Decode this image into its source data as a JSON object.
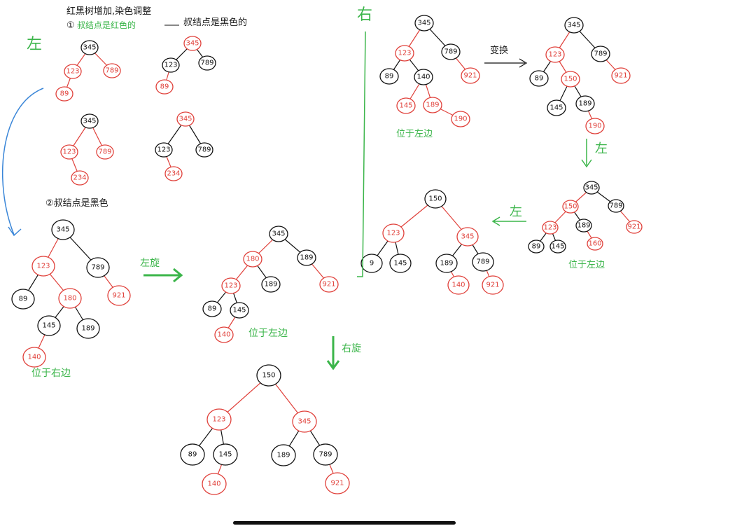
{
  "colors": {
    "red": "#e0403a",
    "black": "#111111",
    "green": "#3bb54a",
    "blue": "#3a86d8"
  },
  "texts": {
    "title": "红黑树增加,染色调整",
    "case1_prefix": "①",
    "case1_a": "叔结点是红色的",
    "case1_b": "叔结点是黑色的",
    "case2": "②叔结点是黑色",
    "left": "左",
    "right": "右",
    "rotate_left": "左旋",
    "rotate_right": "右旋",
    "at_left": "位于左边",
    "at_right": "位于右边",
    "swap": "变换",
    "zig_left": "左",
    "left_arrow_label": "左"
  },
  "trees": [
    {
      "id": "t1",
      "nodes": [
        [
          "345",
          "b"
        ],
        [
          "123",
          "r"
        ],
        [
          "789",
          "r"
        ],
        [
          "89",
          "r"
        ]
      ]
    },
    {
      "id": "t2",
      "nodes": [
        [
          "345",
          "r"
        ],
        [
          "123",
          "b"
        ],
        [
          "789",
          "b"
        ],
        [
          "89",
          "r"
        ]
      ]
    },
    {
      "id": "t3",
      "nodes": [
        [
          "345",
          "b"
        ],
        [
          "123",
          "r"
        ],
        [
          "789",
          "r"
        ],
        [
          "234",
          "r"
        ]
      ]
    },
    {
      "id": "t4",
      "nodes": [
        [
          "345",
          "r"
        ],
        [
          "123",
          "b"
        ],
        [
          "789",
          "b"
        ],
        [
          "234",
          "r"
        ]
      ]
    },
    {
      "id": "t5",
      "nodes": [
        [
          "345",
          "b"
        ],
        [
          "123",
          "r"
        ],
        [
          "789",
          "b"
        ],
        [
          "89",
          "b"
        ],
        [
          "180",
          "r"
        ],
        [
          "921",
          "r"
        ],
        [
          "145",
          "b"
        ],
        [
          "189",
          "b"
        ],
        [
          "140",
          "r"
        ]
      ]
    },
    {
      "id": "t6",
      "nodes": [
        [
          "345",
          "b"
        ],
        [
          "180",
          "r"
        ],
        [
          "189",
          "b"
        ],
        [
          "123",
          "r"
        ],
        [
          "189",
          "b"
        ],
        [
          "921",
          "r"
        ],
        [
          "89",
          "b"
        ],
        [
          "145",
          "b"
        ],
        [
          "140",
          "r"
        ]
      ]
    },
    {
      "id": "t7",
      "nodes": [
        [
          "150",
          "b"
        ],
        [
          "123",
          "r"
        ],
        [
          "345",
          "r"
        ],
        [
          "89",
          "b"
        ],
        [
          "145",
          "b"
        ],
        [
          "189",
          "b"
        ],
        [
          "789",
          "b"
        ],
        [
          "140",
          "r"
        ],
        [
          "921",
          "r"
        ]
      ]
    },
    {
      "id": "t8",
      "nodes": [
        [
          "345",
          "b"
        ],
        [
          "123",
          "r"
        ],
        [
          "789",
          "b"
        ],
        [
          "89",
          "b"
        ],
        [
          "140",
          "b"
        ],
        [
          "921",
          "r"
        ],
        [
          "145",
          "r"
        ],
        [
          "189",
          "r"
        ],
        [
          "190",
          "r"
        ]
      ]
    },
    {
      "id": "t9",
      "nodes": [
        [
          "345",
          "b"
        ],
        [
          "123",
          "r"
        ],
        [
          "789",
          "b"
        ],
        [
          "89",
          "b"
        ],
        [
          "150",
          "r"
        ],
        [
          "921",
          "r"
        ],
        [
          "145",
          "b"
        ],
        [
          "189",
          "b"
        ],
        [
          "190",
          "r"
        ]
      ]
    },
    {
      "id": "t10",
      "nodes": [
        [
          "345",
          "b"
        ],
        [
          "150",
          "r"
        ],
        [
          "789",
          "b"
        ],
        [
          "123",
          "r"
        ],
        [
          "189",
          "b"
        ],
        [
          "921",
          "r"
        ],
        [
          "89",
          "b"
        ],
        [
          "145",
          "b"
        ],
        [
          "160",
          "r"
        ]
      ]
    },
    {
      "id": "t11",
      "nodes": [
        [
          "150",
          "b"
        ],
        [
          "123",
          "r"
        ],
        [
          "345",
          "r"
        ],
        [
          "9",
          "b"
        ],
        [
          "145",
          "b"
        ],
        [
          "189",
          "b"
        ],
        [
          "789",
          "b"
        ],
        [
          "140",
          "r"
        ],
        [
          "921",
          "r"
        ]
      ]
    }
  ]
}
